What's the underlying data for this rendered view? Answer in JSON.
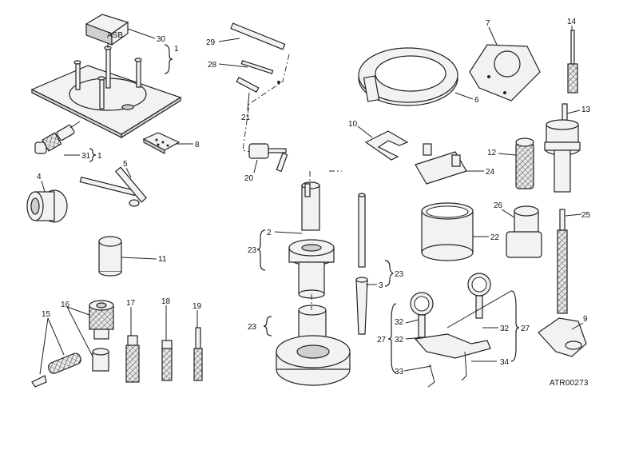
{
  "diagram_ref": "ATR00273",
  "callouts": {
    "c1a": "1",
    "c1b": "1",
    "c2": "2",
    "c3": "3",
    "c4": "4",
    "c5": "5",
    "c6": "6",
    "c7": "7",
    "c8": "8",
    "c9": "9",
    "c10": "10",
    "c11": "11",
    "c12": "12",
    "c13": "13",
    "c14": "14",
    "c15": "15",
    "c16": "16",
    "c17": "17",
    "c18": "18",
    "c19": "19",
    "c20": "20",
    "c21": "21",
    "c22": "22",
    "c23a": "23",
    "c23b": "23",
    "c23c": "23",
    "c24": "24",
    "c25": "25",
    "c26": "26",
    "c27a": "27",
    "c27b": "27",
    "c28": "28",
    "c29": "29",
    "c30": "30",
    "c31": "31",
    "c32a": "32",
    "c32b": "32",
    "c32c": "32",
    "c33": "33",
    "c34": "34"
  },
  "block_label": "ASB"
}
